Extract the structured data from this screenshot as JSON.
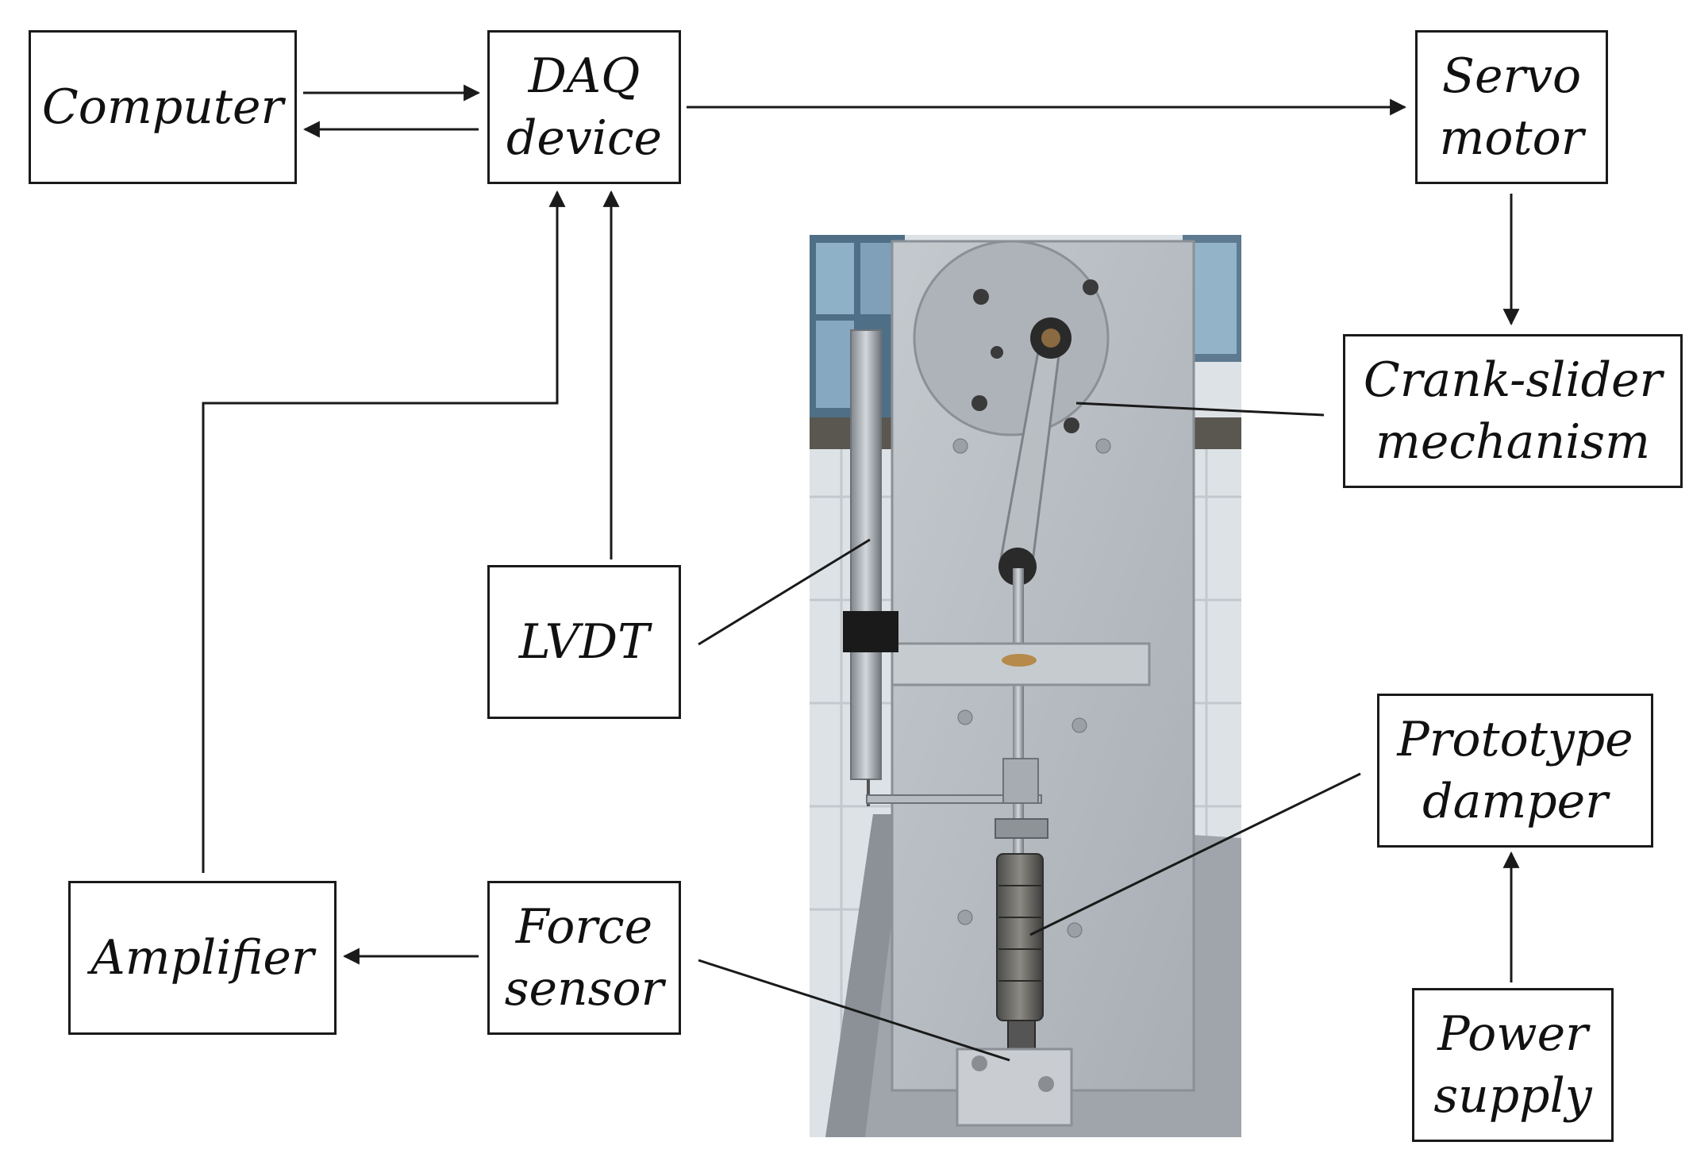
{
  "boxes": {
    "computer": "Computer",
    "daq": {
      "line1": "DAQ",
      "line2": "device"
    },
    "servo": {
      "line1": "Servo",
      "line2": "motor"
    },
    "crank": {
      "line1": "Crank-slider",
      "line2": "mechanism"
    },
    "lvdt": "LVDT",
    "prototype": {
      "line1": "Prototype",
      "line2": "damper"
    },
    "amplifier": "Amplifier",
    "force": {
      "line1": "Force",
      "line2": "sensor"
    },
    "power": {
      "line1": "Power",
      "line2": "supply"
    }
  },
  "colors": {
    "stroke": "#1a1a1a",
    "background": "#ffffff",
    "photo_wall": "#e9ecef",
    "photo_plate": "#b5bac0"
  },
  "photo": {
    "subject": "test rig photograph"
  }
}
